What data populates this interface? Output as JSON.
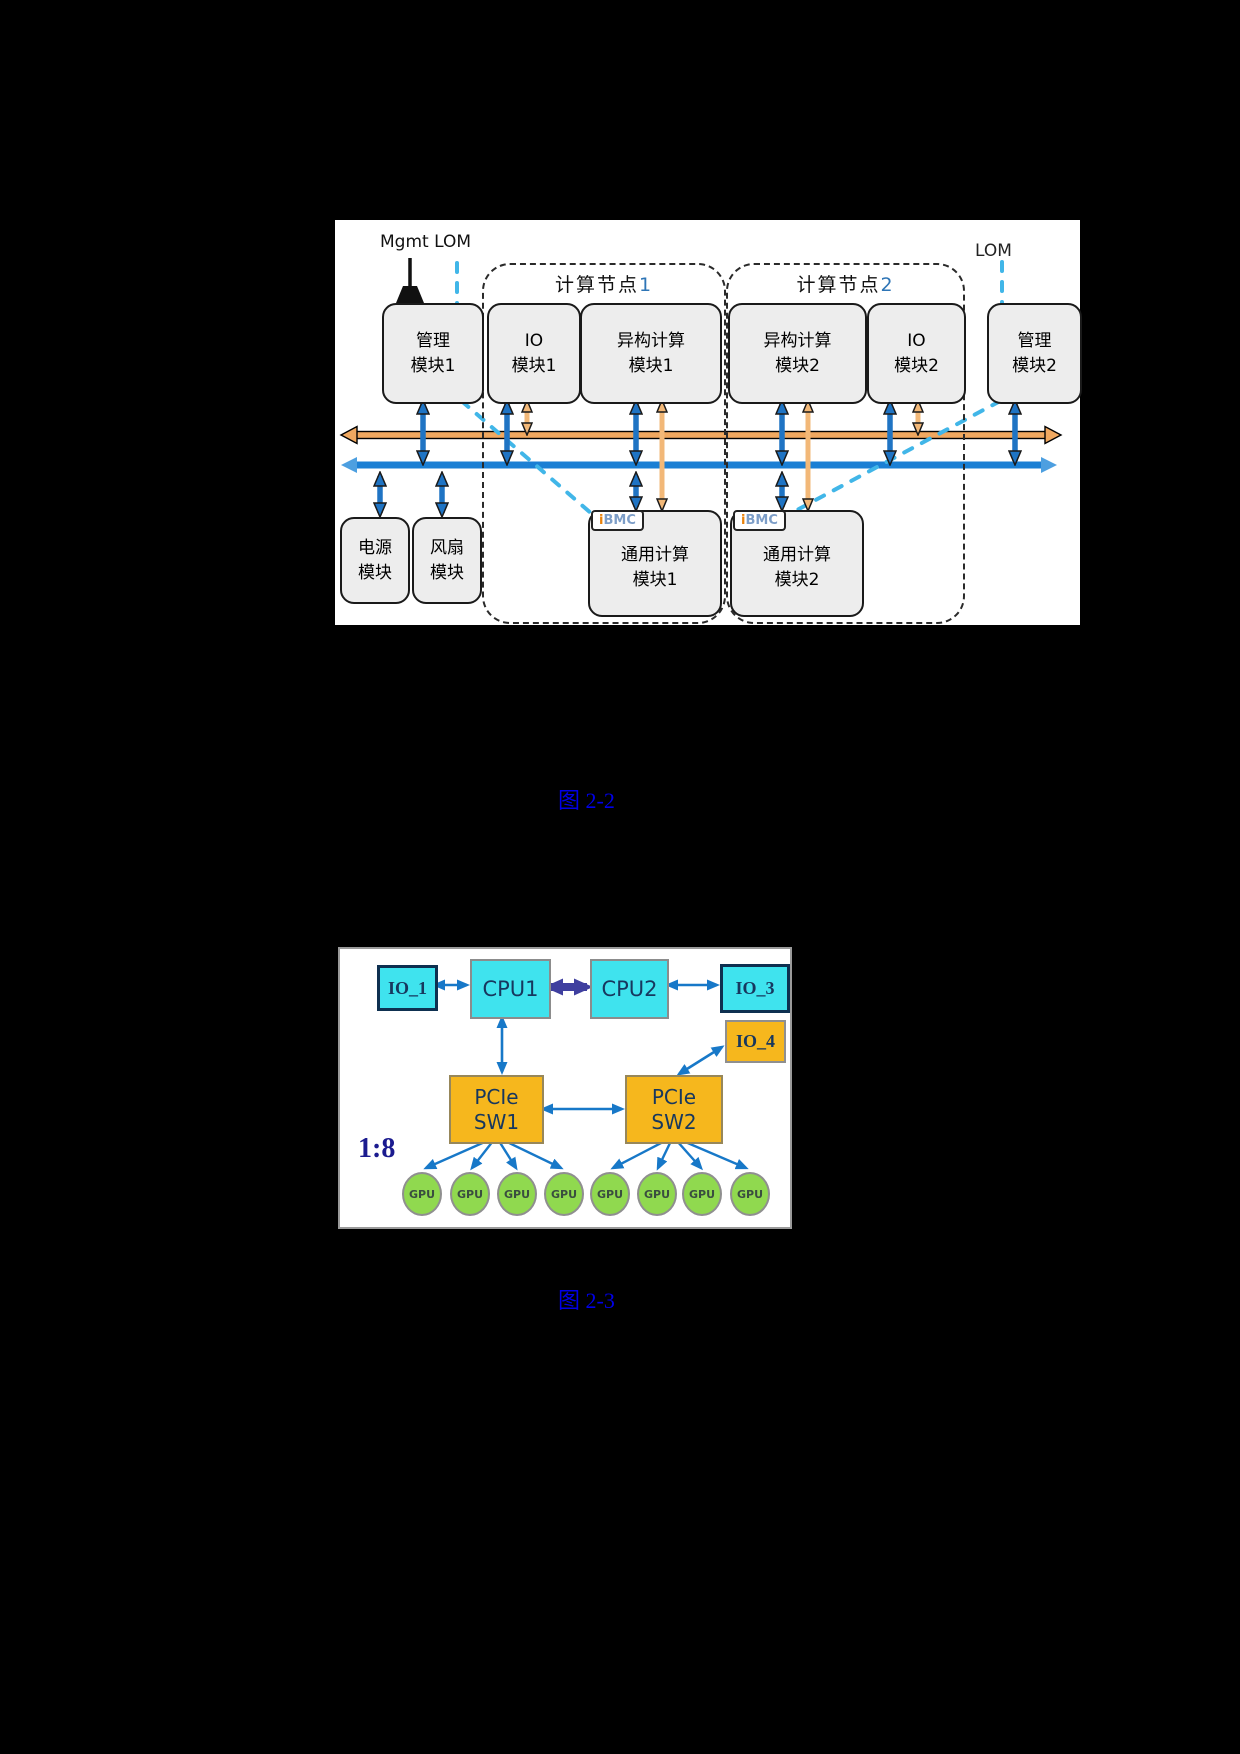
{
  "figure1": {
    "mgmt_lom": "Mgmt LOM",
    "lom": "LOM",
    "node1": {
      "text": "计算节点",
      "num": "1"
    },
    "node2": {
      "text": "计算节点",
      "num": "2"
    },
    "mgmt1": {
      "l1": "管理",
      "l2": "模块1"
    },
    "io1": {
      "l1": "IO",
      "l2": "模块1"
    },
    "hc1": {
      "l1": "异构计算",
      "l2": "模块1"
    },
    "hc2": {
      "l1": "异构计算",
      "l2": "模块2"
    },
    "io2": {
      "l1": "IO",
      "l2": "模块2"
    },
    "mgmt2": {
      "l1": "管理",
      "l2": "模块2"
    },
    "power": {
      "l1": "电源",
      "l2": "模块"
    },
    "fan": {
      "l1": "风扇",
      "l2": "模块"
    },
    "cc1": {
      "l1": "通用计算",
      "l2": "模块1"
    },
    "cc2": {
      "l1": "通用计算",
      "l2": "模块2"
    },
    "ibmc": {
      "i": "i",
      "bmc": "BMC"
    }
  },
  "captions": {
    "fig22": "图 2-2",
    "fig23": "图 2-3"
  },
  "figure2": {
    "io_1": "IO_1",
    "cpu1": "CPU1",
    "cpu2": "CPU2",
    "io_3": "IO_3",
    "io_4": "IO_4",
    "sw1": {
      "l1": "PCIe",
      "l2": "SW1"
    },
    "sw2": {
      "l1": "PCIe",
      "l2": "SW2"
    },
    "ratio": "1:8",
    "gpus": [
      "GPU",
      "GPU",
      "GPU",
      "GPU",
      "GPU",
      "GPU",
      "GPU",
      "GPU"
    ]
  },
  "colors": {
    "page_background": "#000000",
    "bus_orange": "#f0a860",
    "bus_blue": "#1b7fd4",
    "arrow_blue": "#1f74c4",
    "arrow_light_orange": "#f2b878",
    "dashed_lightblue": "#41b6e8",
    "node_digit_blue": "#2e75b6",
    "link_blue": "#0000e8",
    "cpu_cyan": "#3fe3ee",
    "pcie_amber": "#f6b71d",
    "gpu_green": "#90d94f",
    "navy_text": "#17375e"
  }
}
